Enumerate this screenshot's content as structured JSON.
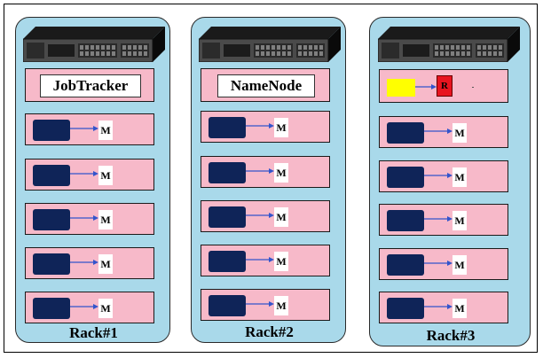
{
  "racks": [
    {
      "label": "Rack#1",
      "role": "JobTracker",
      "maps": [
        "M",
        "M",
        "M",
        "M",
        "M"
      ]
    },
    {
      "label": "Rack#2",
      "role": "NameNode",
      "maps": [
        "M",
        "M",
        "M",
        "M",
        "M"
      ]
    },
    {
      "label": "Rack#3",
      "reducer": "R",
      "maps": [
        "M",
        "M",
        "M",
        "M",
        "M"
      ]
    }
  ],
  "colors": {
    "rack_fill": "#a9d9ea",
    "node_fill": "#f7b9c9",
    "task_fill": "#0f2458",
    "arrow": "#3355cc",
    "reducer_fill": "#e8141f",
    "input_fill": "#ffff00"
  }
}
